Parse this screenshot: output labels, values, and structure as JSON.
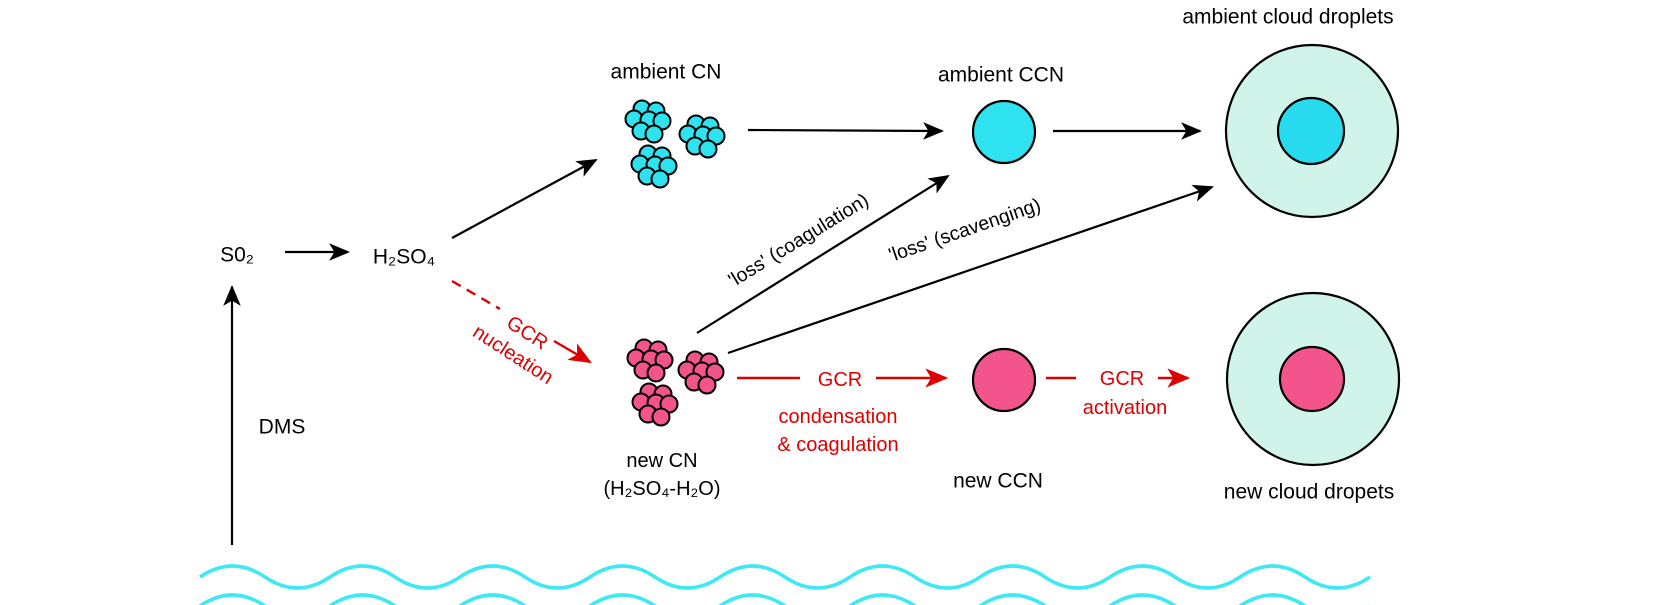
{
  "diagram": {
    "title_context": "DMS-sulfate aerosol / GCR cloud nucleation pathway diagram",
    "labels": {
      "so2": "S0₂",
      "h2so4": "H₂SO₄",
      "dms": "DMS",
      "ambient_cn": "ambient CN",
      "ambient_ccn": "ambient CCN",
      "ambient_cloud_droplets": "ambient cloud droplets",
      "new_cn": "new CN",
      "new_cn_formula": "(H₂SO₄-H₂O)",
      "new_ccn": "new CCN",
      "new_cloud_dropets": "new cloud dropets",
      "loss_coagulation": "'loss' (coagulation)",
      "loss_scavenging": "'loss' (scavenging)",
      "gcr_nucleation_line1": "GCR",
      "gcr_nucleation_line2": "nucleation",
      "gcr_condensation_gcr": "GCR",
      "gcr_condensation_line1": "condensation",
      "gcr_condensation_line2": "& coagulation",
      "gcr_activation_gcr": "GCR",
      "gcr_activation_line": "activation"
    },
    "colors": {
      "cyan_bright": "#2fe2ef",
      "cyan_inner_droplet": "#27daee",
      "cyan_pale": "#d1f4ea",
      "pink": "#f4548c",
      "red": "#dd0000",
      "black": "#000000",
      "wave_cyan": "#3fe9f4"
    }
  }
}
